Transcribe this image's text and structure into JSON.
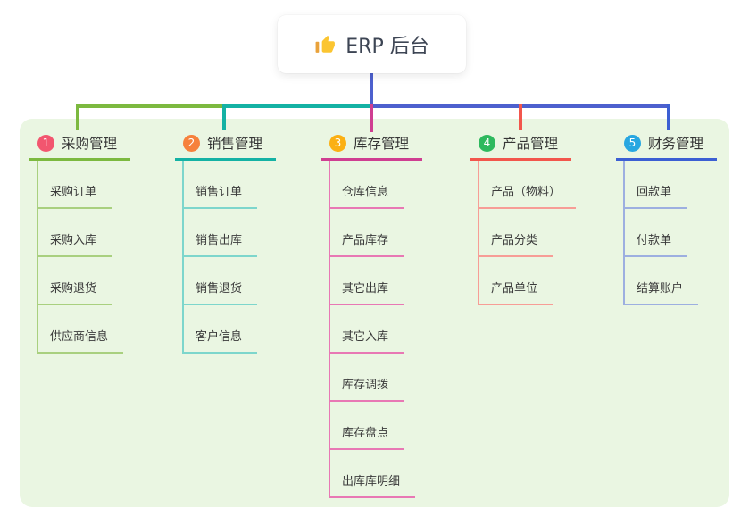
{
  "root": {
    "label": "ERP 后台",
    "icon": "thumbs-up-icon"
  },
  "connector": {
    "root_line_color": "#4d60ce"
  },
  "panel": {
    "background": "#eaf6e2"
  },
  "branches": [
    {
      "badge": "1",
      "title": "采购管理",
      "color_main": "#7cb93f",
      "color_light": "#a9d07f",
      "color_badge": "#f2566f",
      "items": [
        "采购订单",
        "采购入库",
        "采购退货",
        "供应商信息"
      ]
    },
    {
      "badge": "2",
      "title": "销售管理",
      "color_main": "#14b2a4",
      "color_light": "#7dd6cc",
      "color_badge": "#f6813c",
      "items": [
        "销售订单",
        "销售出库",
        "销售退货",
        "客户信息"
      ]
    },
    {
      "badge": "3",
      "title": "库存管理",
      "color_main": "#cf3e91",
      "color_light": "#e878b4",
      "color_badge": "#fbb013",
      "items": [
        "仓库信息",
        "产品库存",
        "其它出库",
        "其它入库",
        "库存调拨",
        "库存盘点",
        "出库库明细"
      ]
    },
    {
      "badge": "4",
      "title": "产品管理",
      "color_main": "#f2564c",
      "color_light": "#f79d96",
      "color_badge": "#2eb95e",
      "items": [
        "产品（物料）",
        "产品分类",
        "产品单位"
      ]
    },
    {
      "badge": "5",
      "title": "财务管理",
      "color_main": "#3c5fd3",
      "color_light": "#9dafe0",
      "color_badge": "#28a7e1",
      "items": [
        "回款单",
        "付款单",
        "结算账户"
      ]
    }
  ]
}
